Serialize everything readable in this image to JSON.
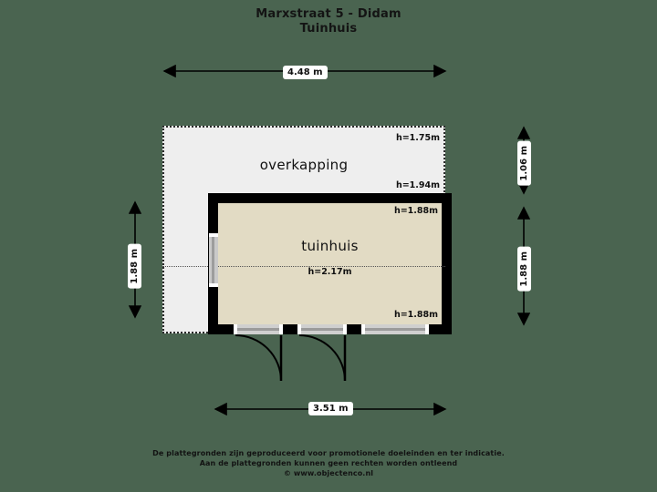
{
  "title": {
    "line1": "Marxstraat 5 - Didam",
    "line2": "Tuinhuis"
  },
  "plan": {
    "rooms": [
      {
        "name": "overkapping",
        "label": "overkapping",
        "fill": "#eeeeee",
        "heights": [
          "h=1.75m",
          "h=1.94m"
        ]
      },
      {
        "name": "tuinhuis",
        "label": "tuinhuis",
        "fill": "#e2dbc4",
        "heights": [
          "h=1.88m",
          "h=2.17m",
          "h=1.88m"
        ]
      }
    ],
    "overkapping": {
      "label": "overkapping",
      "height_top": "h=1.75m",
      "height_bottom": "h=1.94m"
    },
    "tuinhuis": {
      "label": "tuinhuis",
      "height_top": "h=1.88m",
      "height_mid": "h=2.17m",
      "height_bottom": "h=1.88m"
    },
    "openings": {
      "window_left": "window",
      "door_1": "door",
      "door_2": "door",
      "window_bottom": "window"
    }
  },
  "dimensions": {
    "top": "4.48 m",
    "bottom": "3.51 m",
    "left": "1.88 m",
    "right_top": "1.06 m",
    "right_bottom": "1.88 m"
  },
  "footer": {
    "line1": "De plattegronden zijn geproduceerd voor promotionele doeleinden en ter indicatie.",
    "line2": "Aan de plattegronden kunnen geen rechten worden ontleend",
    "line3": "© www.objectenco.nl"
  },
  "colors": {
    "background": "#4a6450",
    "wall": "#000000",
    "tuinhuis_fill": "#e2dbc4",
    "overkapping_fill": "#eeeeee",
    "text": "#111111"
  }
}
